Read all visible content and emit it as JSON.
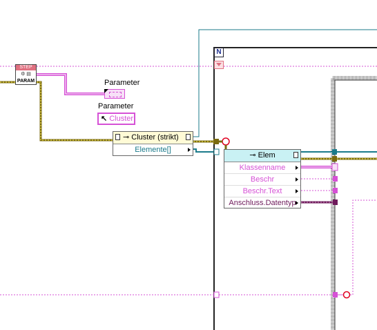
{
  "labels": {
    "parameter_top": "Parameter",
    "parameter_bottom": "Parameter"
  },
  "controls": {
    "cluster_ref": "Cluster",
    "step_vi": {
      "line1": "STEP",
      "line3": "PARAM"
    }
  },
  "unbundle": {
    "header": "Cluster (strikt)",
    "output": "Elemente[]"
  },
  "elem_node": {
    "header": "Elem",
    "rows": [
      "Klassenname",
      "Beschr",
      "Beschr.Text",
      "Anschluss.Datentyp"
    ]
  },
  "for_loop": {
    "count_label": "N"
  },
  "colors": {
    "cluster_wire": "#7a6a10",
    "string_wire": "#d651d6",
    "array_wire": "#1a7a8a",
    "variant_wire": "#6e1a5b",
    "frame": "#222222",
    "unbundle_header": "#fffbd6",
    "elem_header": "#c9f1f4"
  }
}
